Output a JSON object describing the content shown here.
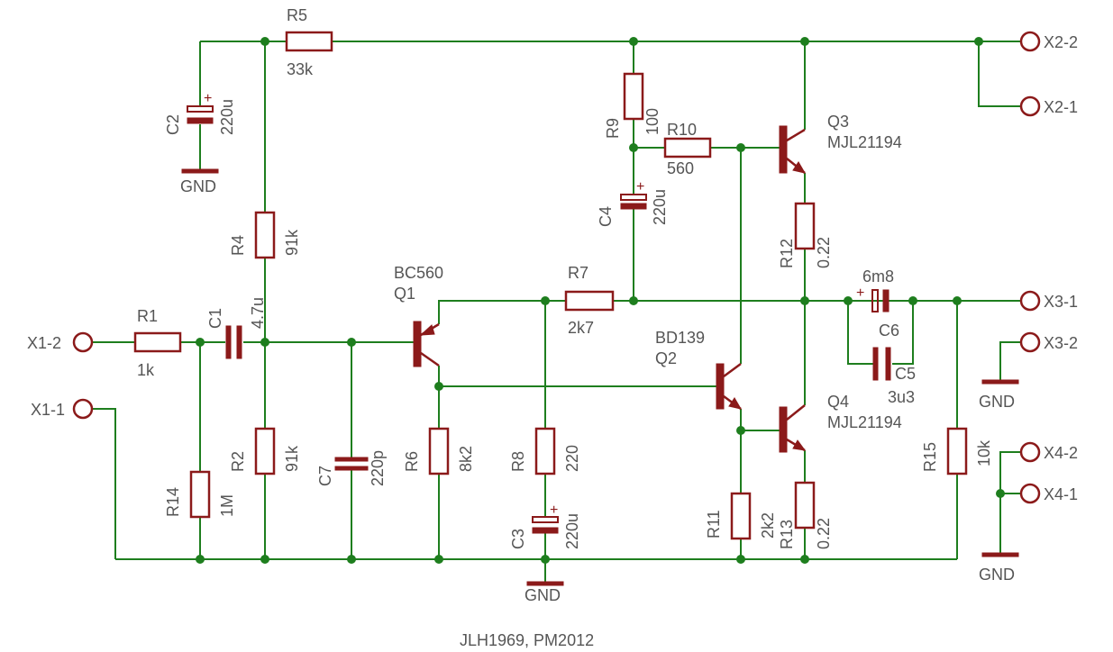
{
  "colors": {
    "wire": "#1e7e1e",
    "part": "#8b1a1a",
    "text": "#555555"
  },
  "credit": "JLH1969,  PM2012",
  "connectors": {
    "x1_2": "X1-2",
    "x1_1": "X1-1",
    "x2_2": "X2-2",
    "x2_1": "X2-1",
    "x3_1": "X3-1",
    "x3_2": "X3-2",
    "x4_2": "X4-2",
    "x4_1": "X4-1"
  },
  "ground": "GND",
  "resistors": {
    "r1": {
      "name": "R1",
      "value": "1k"
    },
    "r2": {
      "name": "R2",
      "value": "91k"
    },
    "r4": {
      "name": "R4",
      "value": "91k"
    },
    "r5": {
      "name": "R5",
      "value": "33k"
    },
    "r6": {
      "name": "R6",
      "value": "8k2"
    },
    "r7": {
      "name": "R7",
      "value": "2k7"
    },
    "r8": {
      "name": "R8",
      "value": "220"
    },
    "r9": {
      "name": "R9",
      "value": "100"
    },
    "r10": {
      "name": "R10",
      "value": "560"
    },
    "r11": {
      "name": "R11",
      "value": "2k2"
    },
    "r12": {
      "name": "R12",
      "value": "0.22"
    },
    "r13": {
      "name": "R13",
      "value": "0.22"
    },
    "r14": {
      "name": "R14",
      "value": "1M"
    },
    "r15": {
      "name": "R15",
      "value": "10k"
    }
  },
  "capacitors": {
    "c1": {
      "name": "C1",
      "value": "4.7u"
    },
    "c2": {
      "name": "C2",
      "value": "220u"
    },
    "c3": {
      "name": "C3",
      "value": "220u"
    },
    "c4": {
      "name": "C4",
      "value": "220u"
    },
    "c5": {
      "name": "C5",
      "value": "3u3"
    },
    "c6": {
      "name": "C6",
      "value": "6m8"
    },
    "c7": {
      "name": "C7",
      "value": "220p"
    }
  },
  "transistors": {
    "q1": {
      "name": "Q1",
      "value": "BC560"
    },
    "q2": {
      "name": "Q2",
      "value": "BD139"
    },
    "q3": {
      "name": "Q3",
      "value": "MJL21194"
    },
    "q4": {
      "name": "Q4",
      "value": "MJL21194"
    }
  }
}
